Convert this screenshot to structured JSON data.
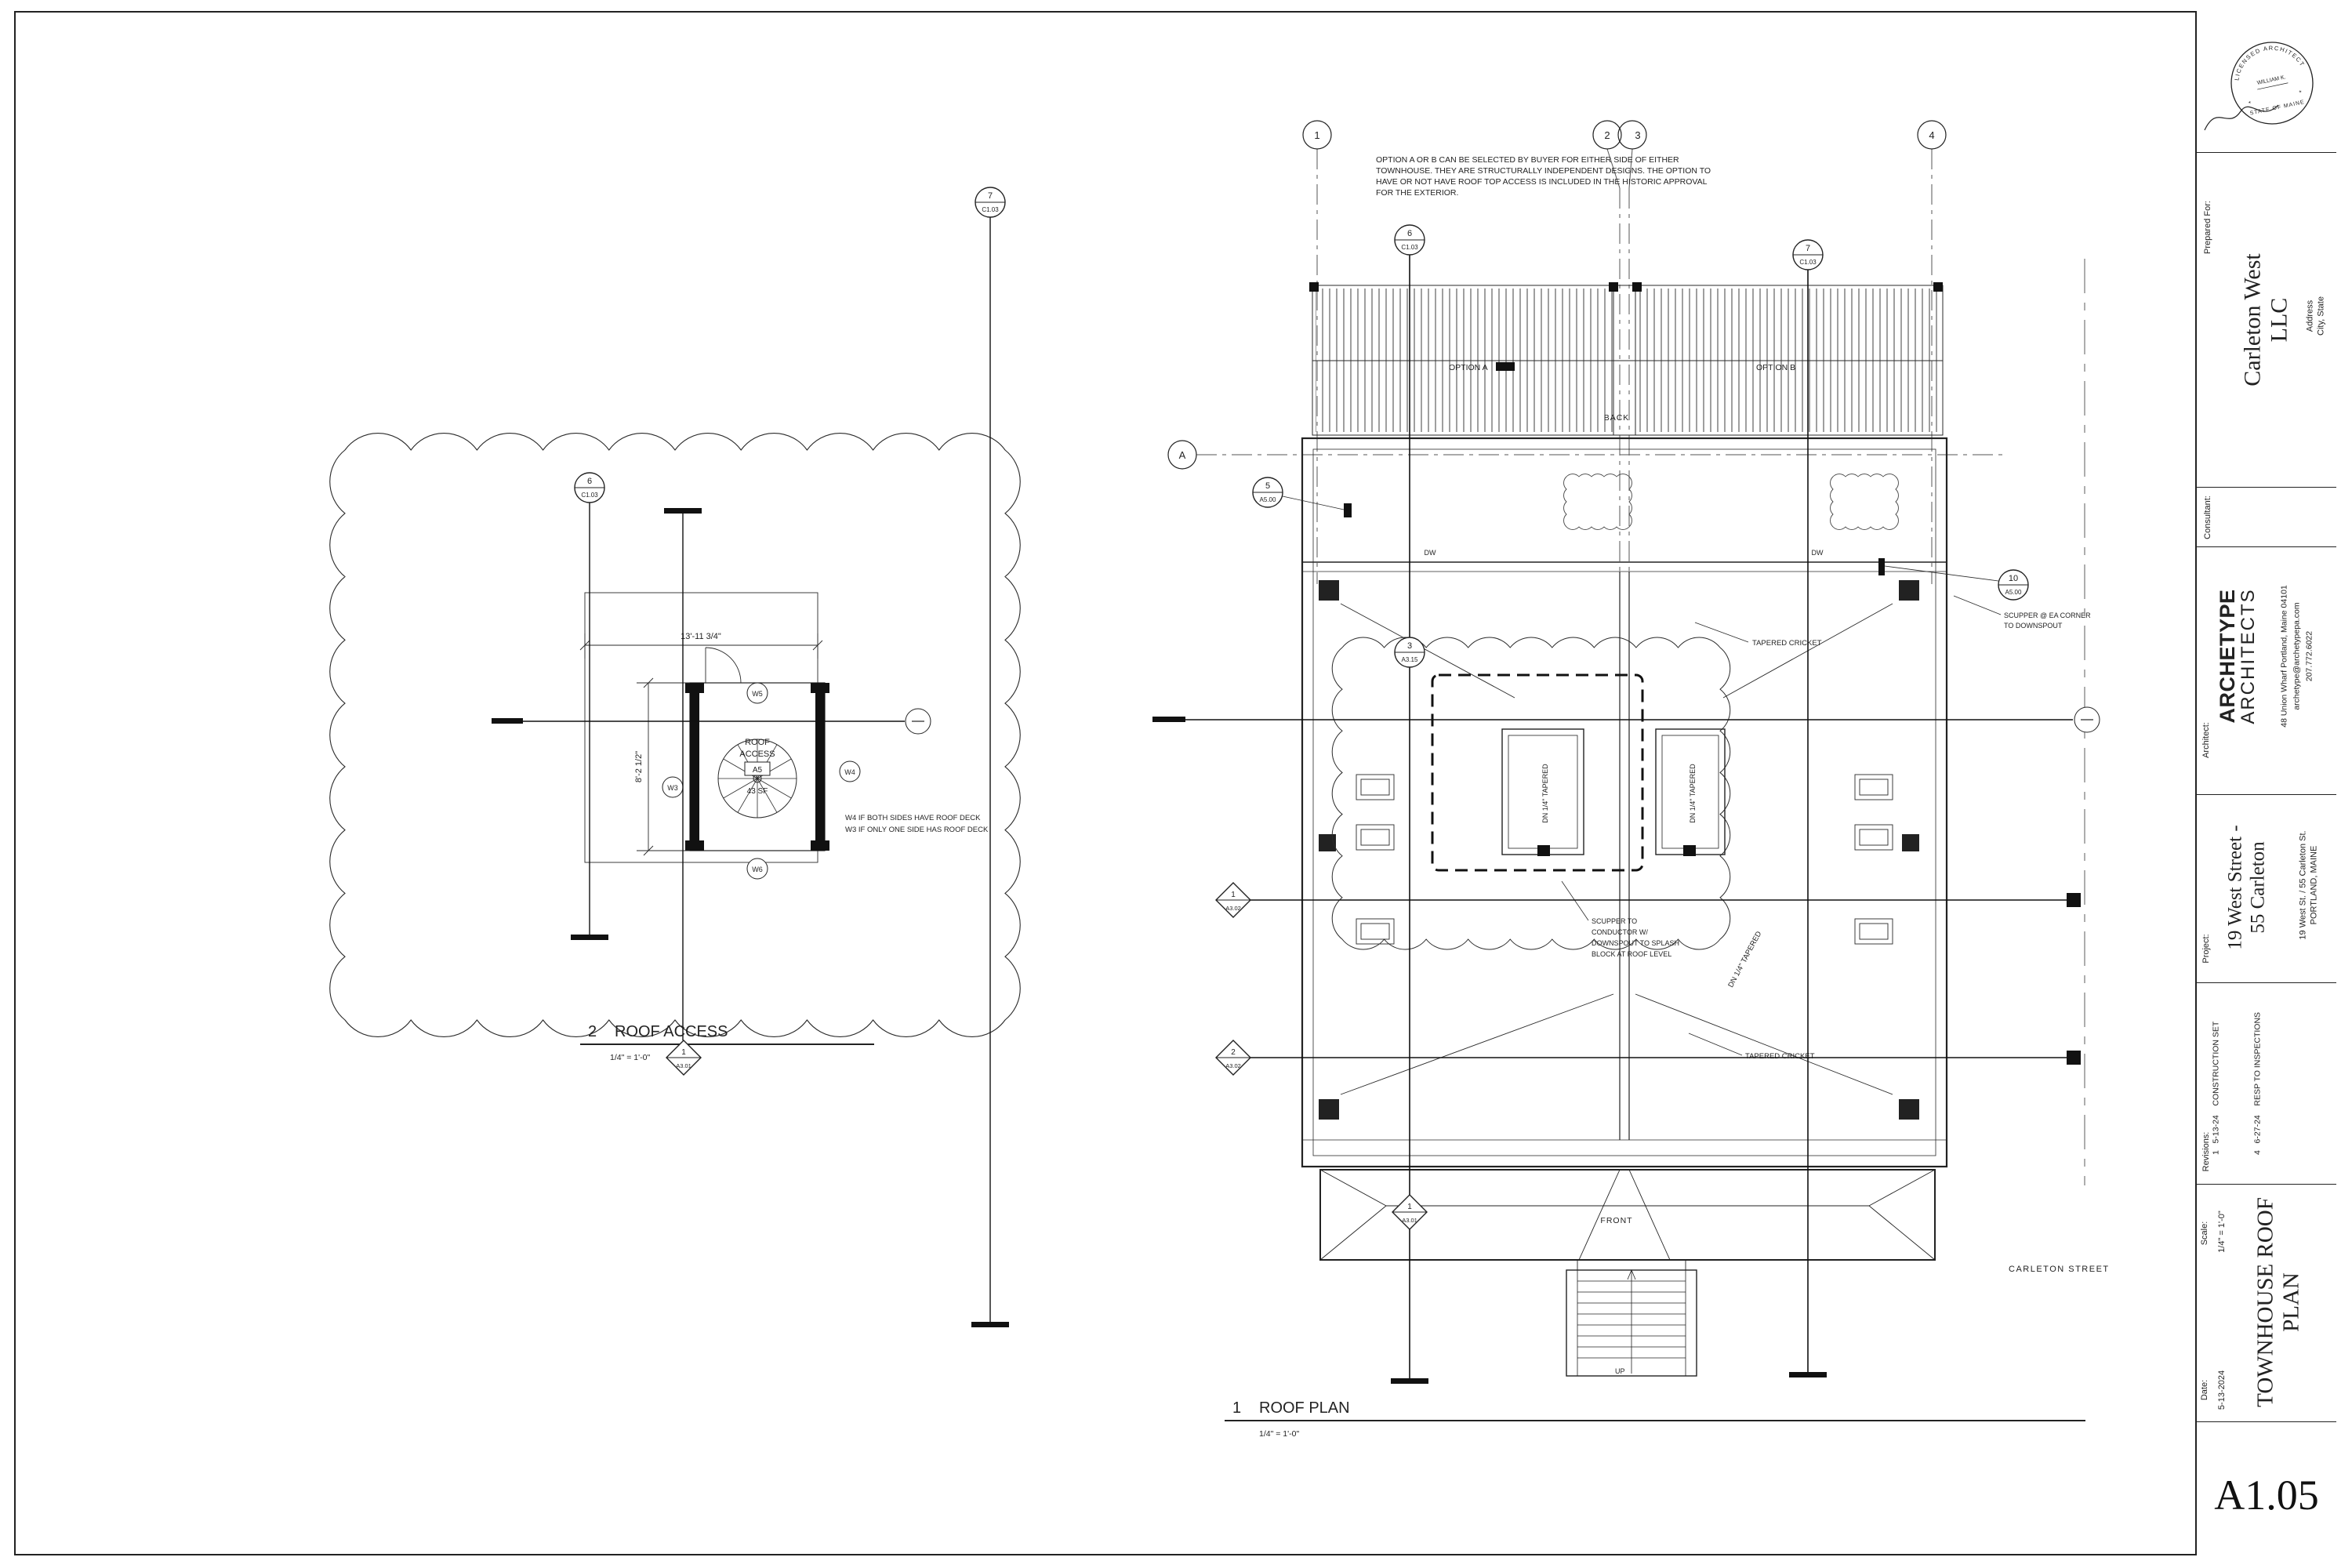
{
  "sheet": {
    "number": "A1.05"
  },
  "title_block": {
    "prepared_for_label": "Prepared For:",
    "client_line1": "Carleton West",
    "client_line2": "LLC",
    "client_address": "Address",
    "client_city": "City, State",
    "consultant_label": "Consultant:",
    "architect_label": "Architect:",
    "firm_name1": "ARCHETYPE",
    "firm_name2": "ARCHITECTS",
    "firm_address": "48 Union Wharf   Portland, Maine 04101",
    "firm_email": "archetype@archetypepa.com",
    "firm_phone": "207.772.6022",
    "project_label": "Project:",
    "project_name1": "19 West Street -",
    "project_name2": "55 Carleton",
    "project_address1": "19 West St. / 55 Carleton St.",
    "project_address2": "PORTLAND, MAINE",
    "revisions_label": "Revisions:",
    "revisions": [
      "1   5-13-24    CONSTRUCTION SET",
      "4   6-27-24    RESP TO INSPECTIONS"
    ],
    "scale_label": "Scale:",
    "scale_value": "1/4\" = 1'-0\"",
    "date_label": "Date:",
    "date_value": "5-13-2024",
    "sheet_title1": "TOWNHOUSE ROOF",
    "sheet_title2": "PLAN",
    "stamp_top": "LICENSED ARCHITECT",
    "stamp_name": "WILLIAM K.",
    "stamp_bottom": "STATE OF MAINE"
  },
  "grid": {
    "g1": "1",
    "g2": "2",
    "g3": "3",
    "g4": "4",
    "ga": "A"
  },
  "markers": {
    "m6": {
      "num": "6",
      "sheet": "C1.03"
    },
    "m7": {
      "num": "7",
      "sheet": "C1.03"
    },
    "m5": {
      "num": "5",
      "sheet": "A5.00"
    },
    "m10": {
      "num": "10",
      "sheet": "A5.00"
    },
    "m3": {
      "num": "3",
      "sheet": "A3.15"
    },
    "d1": {
      "num": "1",
      "sheet": "A3.02"
    },
    "d2": {
      "num": "2",
      "sheet": "A3.02"
    },
    "d3": {
      "num": "1",
      "sheet": "A3.01"
    }
  },
  "roof_plan": {
    "number": "1",
    "title": "ROOF PLAN",
    "scale": "1/4\" = 1'-0\"",
    "note_lines": [
      "OPTION A OR B CAN BE SELECTED BY BUYER FOR EITHER SIDE OF EITHER",
      "TOWNHOUSE. THEY ARE STRUCTURALLY INDEPENDENT DESIGNS. THE OPTION TO",
      "HAVE OR NOT HAVE ROOF TOP ACCESS IS INCLUDED IN THE HISTORIC APPROVAL",
      "FOR THE EXTERIOR."
    ],
    "labels": {
      "option_a": "OPTION A",
      "option_b": "OPTION B",
      "back": "BACK",
      "front": "FRONT",
      "up": "UP",
      "dw": "DW",
      "street": "CARLETON STREET",
      "tapered_cricket": "TAPERED CRICKET",
      "dn_tapered": "DN 1/4\" TAPERED",
      "scupper_corner1": "SCUPPER @ EA CORNER",
      "scupper_corner2": "TO DOWNSPOUT",
      "scupper1": "SCUPPER TO",
      "scupper2": "CONDUCTOR W/",
      "scupper3": "DOWNSPOUT TO SPLASH",
      "scupper4": "BLOCK AT ROOF LEVEL"
    }
  },
  "roof_access": {
    "number": "2",
    "title": "ROOF ACCESS",
    "scale": "1/4\" = 1'-0\"",
    "room1": "ROOF",
    "room2": "ACCESS",
    "room_tag": "A5",
    "area": "43 SF",
    "dim_width": "13'-11 3/4\"",
    "dim_height": "8'-2 1/2\"",
    "note1": "W4 IF BOTH SIDES HAVE ROOF DECK",
    "note2": "W3 IF ONLY ONE SIDE HAS ROOF DECK",
    "tag_w3": "W3",
    "tag_w4": "W4",
    "tag_w5": "W5",
    "tag_w6": "W6"
  }
}
